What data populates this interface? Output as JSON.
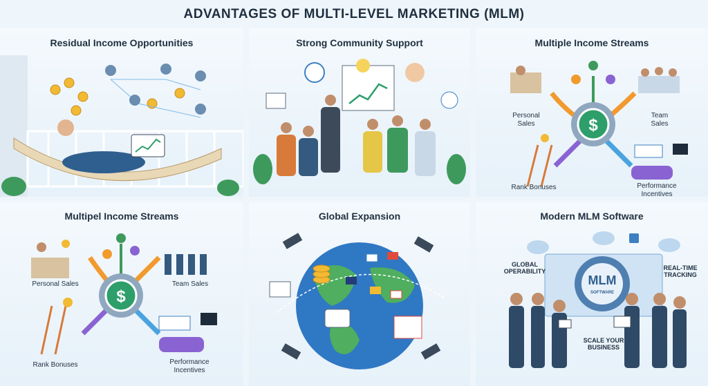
{
  "title": "ADVANTAGES OF MULTI-LEVEL MARKETING (MLM)",
  "panels": {
    "residual": {
      "title": "Residual Income Opportunities"
    },
    "community": {
      "title": "Strong Community Support"
    },
    "multiple_top": {
      "title": "Multiple Income Streams",
      "labels": [
        "Personal Sales",
        "Team Sales",
        "Rank Bonuses",
        "Performance Incentives"
      ],
      "center_symbol": "$"
    },
    "multiple_bottom": {
      "title": "Multipel Income Streams",
      "labels": [
        "Personal Sales",
        "Team Sales",
        "Rank Bonuses",
        "Performance Incentives"
      ],
      "center_symbol": "$"
    },
    "global": {
      "title": "Global Expansion"
    },
    "software": {
      "title": "Modern MLM Software",
      "gear_text": "MLM",
      "gear_subtext": "SOFTWARE",
      "labels": [
        "GLOBAL OPERABILITY",
        "REAL-TIME TRACKING",
        "SCALE YOUR BUSINESS"
      ]
    }
  },
  "colors": {
    "accent_green": "#2e9e6a",
    "accent_blue": "#3d7fc1",
    "coin_gold": "#f2b933",
    "arrow_orange": "#f29a2e",
    "arrow_purple": "#8a63d2",
    "arrow_blue": "#4aa3df"
  }
}
